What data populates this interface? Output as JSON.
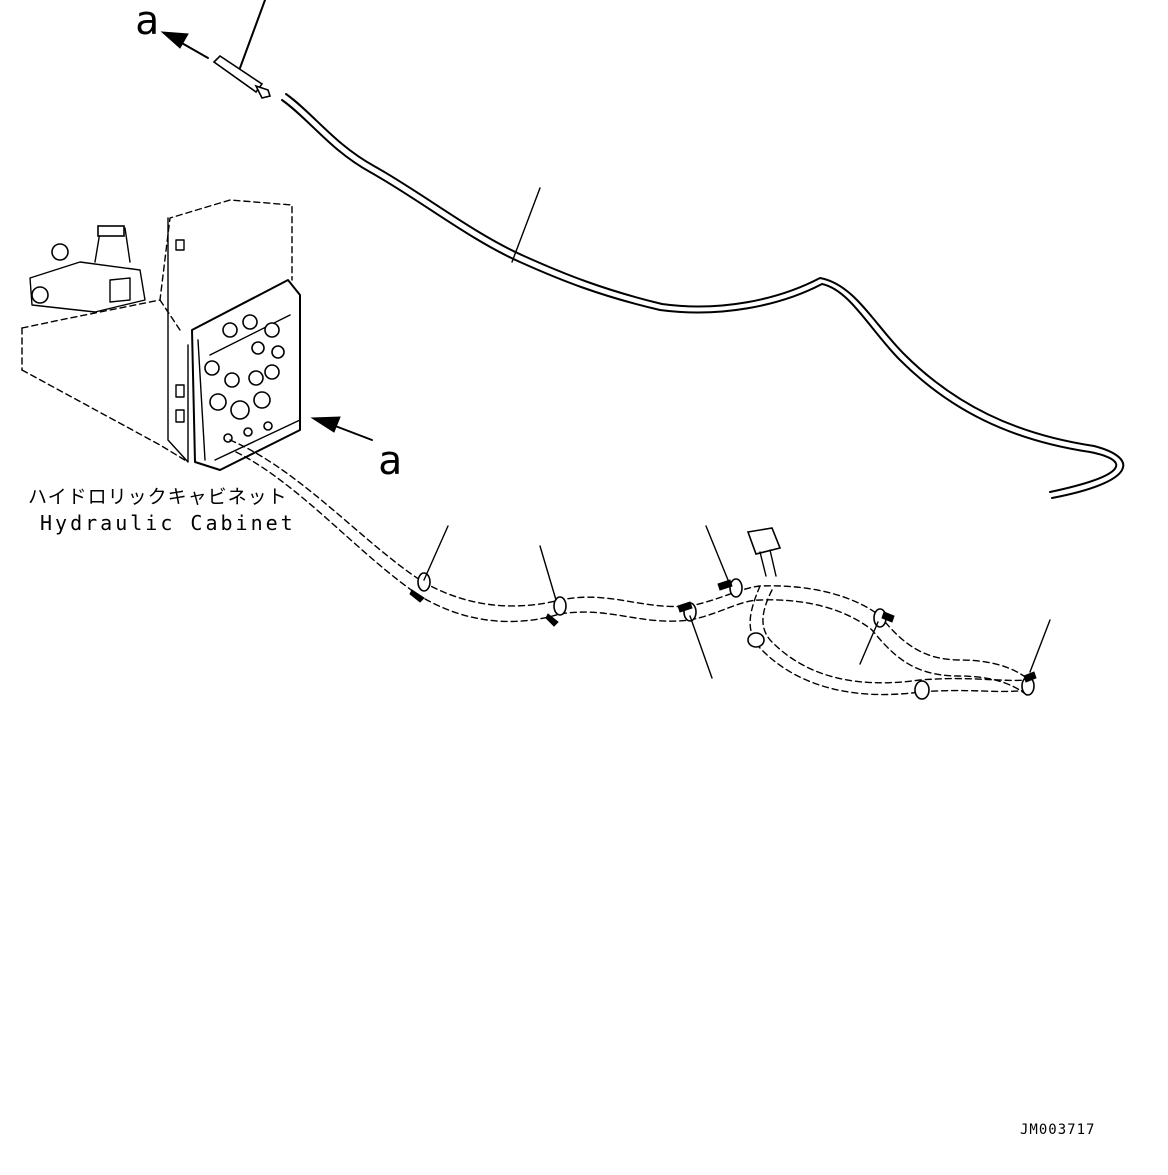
{
  "callouts": {
    "view_top": "a",
    "view_cabinet": "a"
  },
  "cabinet_label": {
    "japanese": "ハイドロリックキャビネット",
    "english": "Hydraulic Cabinet"
  },
  "drawing_code": "JM003717"
}
